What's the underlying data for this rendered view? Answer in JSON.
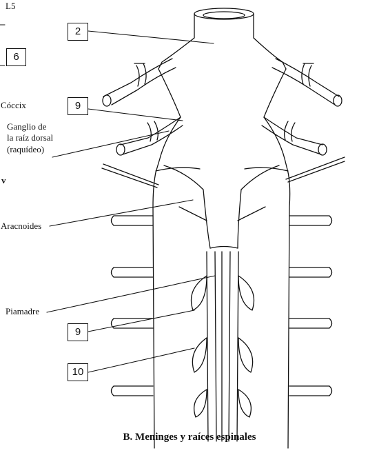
{
  "labels": {
    "l5": "L5",
    "coccyx": "Cóccix",
    "ganglion_line1": "Ganglio de",
    "ganglion_line2": "la raíz dorsal",
    "ganglion_line3": "(raquídeo)",
    "arachnoid": "Aracnoides",
    "pia": "Piamadre",
    "marker_v": "v"
  },
  "boxes": {
    "b2": "2",
    "b6": "6",
    "b9a": "9",
    "b9b": "9",
    "b10": "10"
  },
  "caption": "B. Meninges y raíces espinales"
}
